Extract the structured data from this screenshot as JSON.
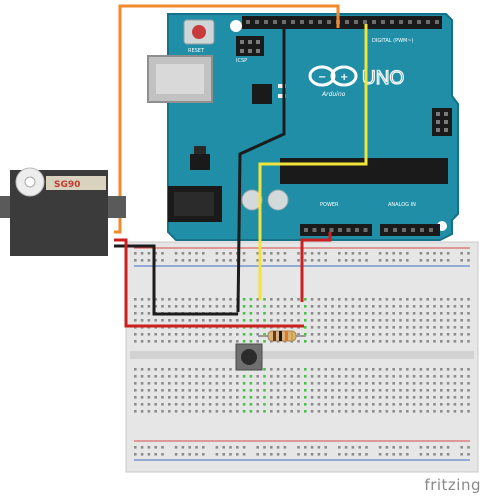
{
  "board": {
    "reset_label": "RESET",
    "icsp_label": "ICSP",
    "model_label": "UNO",
    "brand_label": "Arduino",
    "power_header_label": "POWER",
    "analog_header_label": "ANALOG IN",
    "digital_header_label": "DIGITAL (PWM~)"
  },
  "servo": {
    "brand_label": "SG90"
  },
  "footer": {
    "watermark": "fritzing"
  },
  "colors": {
    "board": "#1f8ea6",
    "breadboard": "#e8e8e8",
    "hole": "#8d8d8d",
    "rail_red": "#d54b4b",
    "rail_blue": "#3f6fc2",
    "wire_orange": "#f08a2c",
    "wire_yellow": "#f1e43a",
    "wire_black": "#1c1c1c",
    "wire_red": "#cc1f1f",
    "servo_body": "#3b3b3b"
  }
}
